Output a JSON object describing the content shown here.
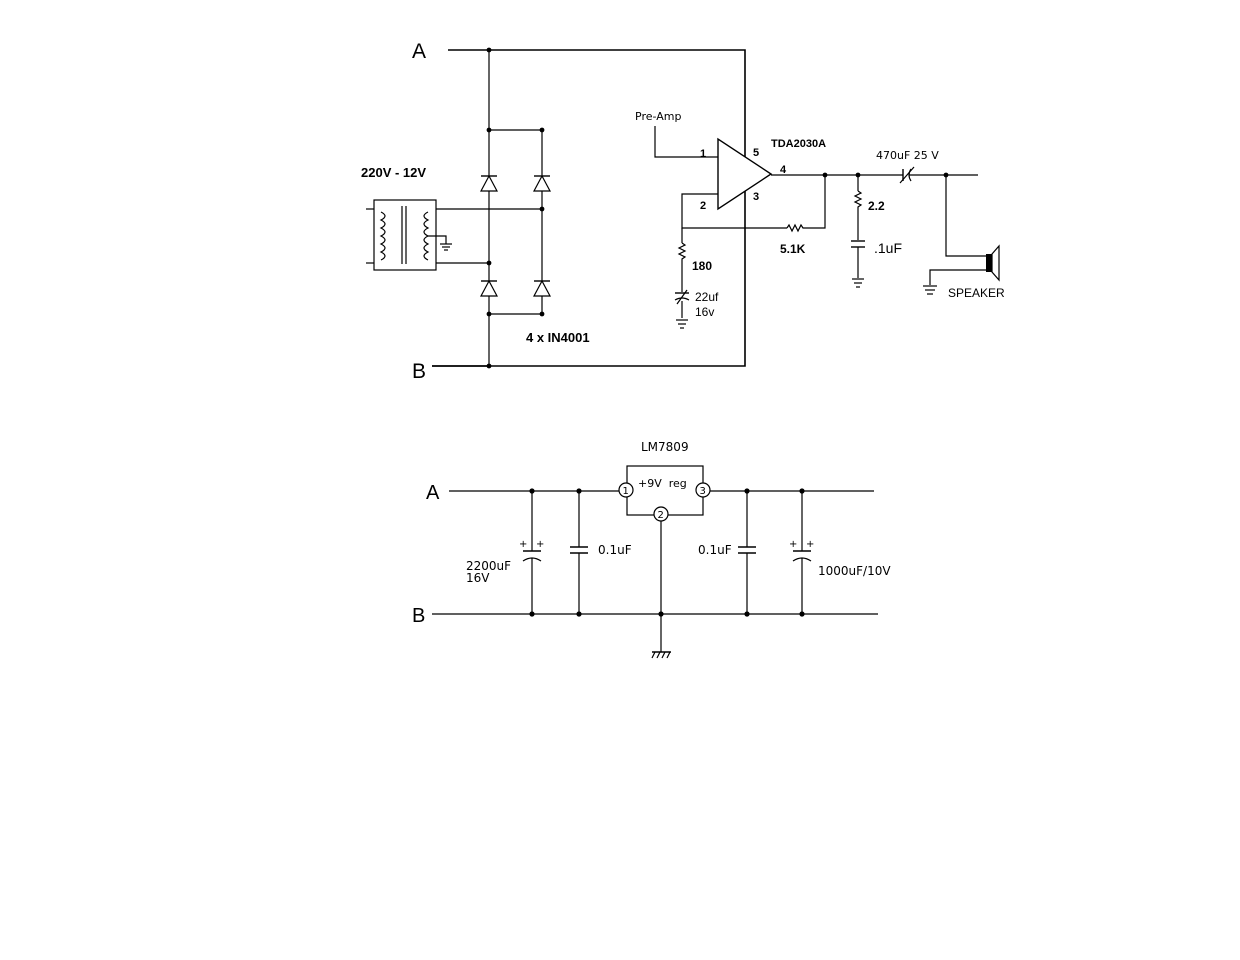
{
  "amplifier": {
    "node_a": "A",
    "node_b": "B",
    "transformer_label": "220V - 12V",
    "rectifier_label": "4 x IN4001",
    "preamp_label": "Pre-Amp",
    "ic_label": "TDA2030A",
    "pins": {
      "p1": "1",
      "p2": "2",
      "p3": "3",
      "p4": "4",
      "p5": "5"
    },
    "r_feedback": "5.1K",
    "r_ground": "180",
    "cap_ground_value": "22uf",
    "cap_ground_voltage": "16v",
    "output_cap": "470uF 25 V",
    "zobel_resistor": "2.2",
    "zobel_cap": ".1uF",
    "speaker_label": "SPEAKER"
  },
  "regulator": {
    "node_a": "A",
    "node_b": "B",
    "ic_label": "LM7809",
    "box_label": "+9V  reg",
    "pin_in": "1",
    "pin_gnd": "2",
    "pin_out": "3",
    "cap_input_value": "2200uF",
    "cap_input_voltage": "16V",
    "cap_in_decoupling": "0.1uF",
    "cap_out_decoupling": "0.1uF",
    "cap_output": "1000uF/10V",
    "polarity_mark": "+"
  }
}
